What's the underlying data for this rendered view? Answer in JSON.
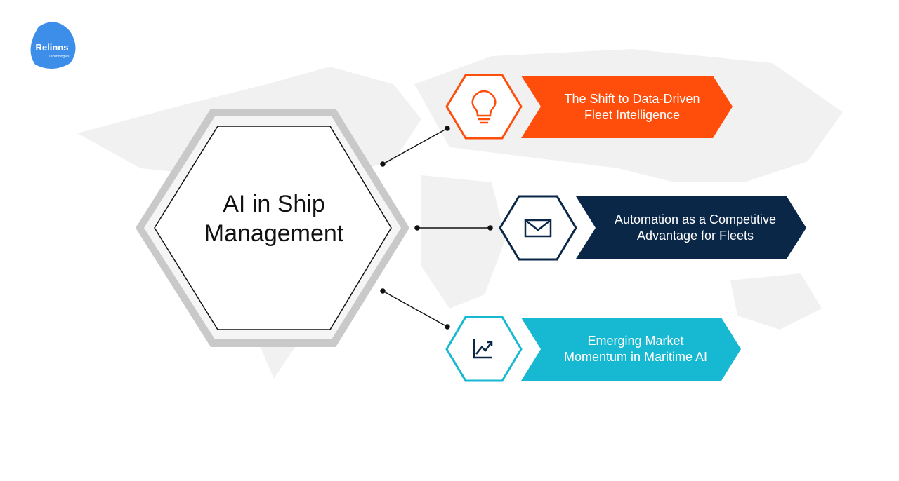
{
  "logo": {
    "text": "Relinns",
    "subtext": "Technologies"
  },
  "center": {
    "line1": "AI in Ship",
    "line2": "Management"
  },
  "items": [
    {
      "title_line1": "The Shift to Data-Driven",
      "title_line2": "Fleet Intelligence",
      "icon": "lightbulb-icon",
      "color": "#ff4e0b"
    },
    {
      "title_line1": "Automation as a Competitive",
      "title_line2": "Advantage for Fleets",
      "icon": "envelope-icon",
      "color": "#0b2748"
    },
    {
      "title_line1": "Emerging Market",
      "title_line2": "Momentum in Maritime AI",
      "icon": "trend-chart-icon",
      "color": "#17b8d1"
    }
  ]
}
